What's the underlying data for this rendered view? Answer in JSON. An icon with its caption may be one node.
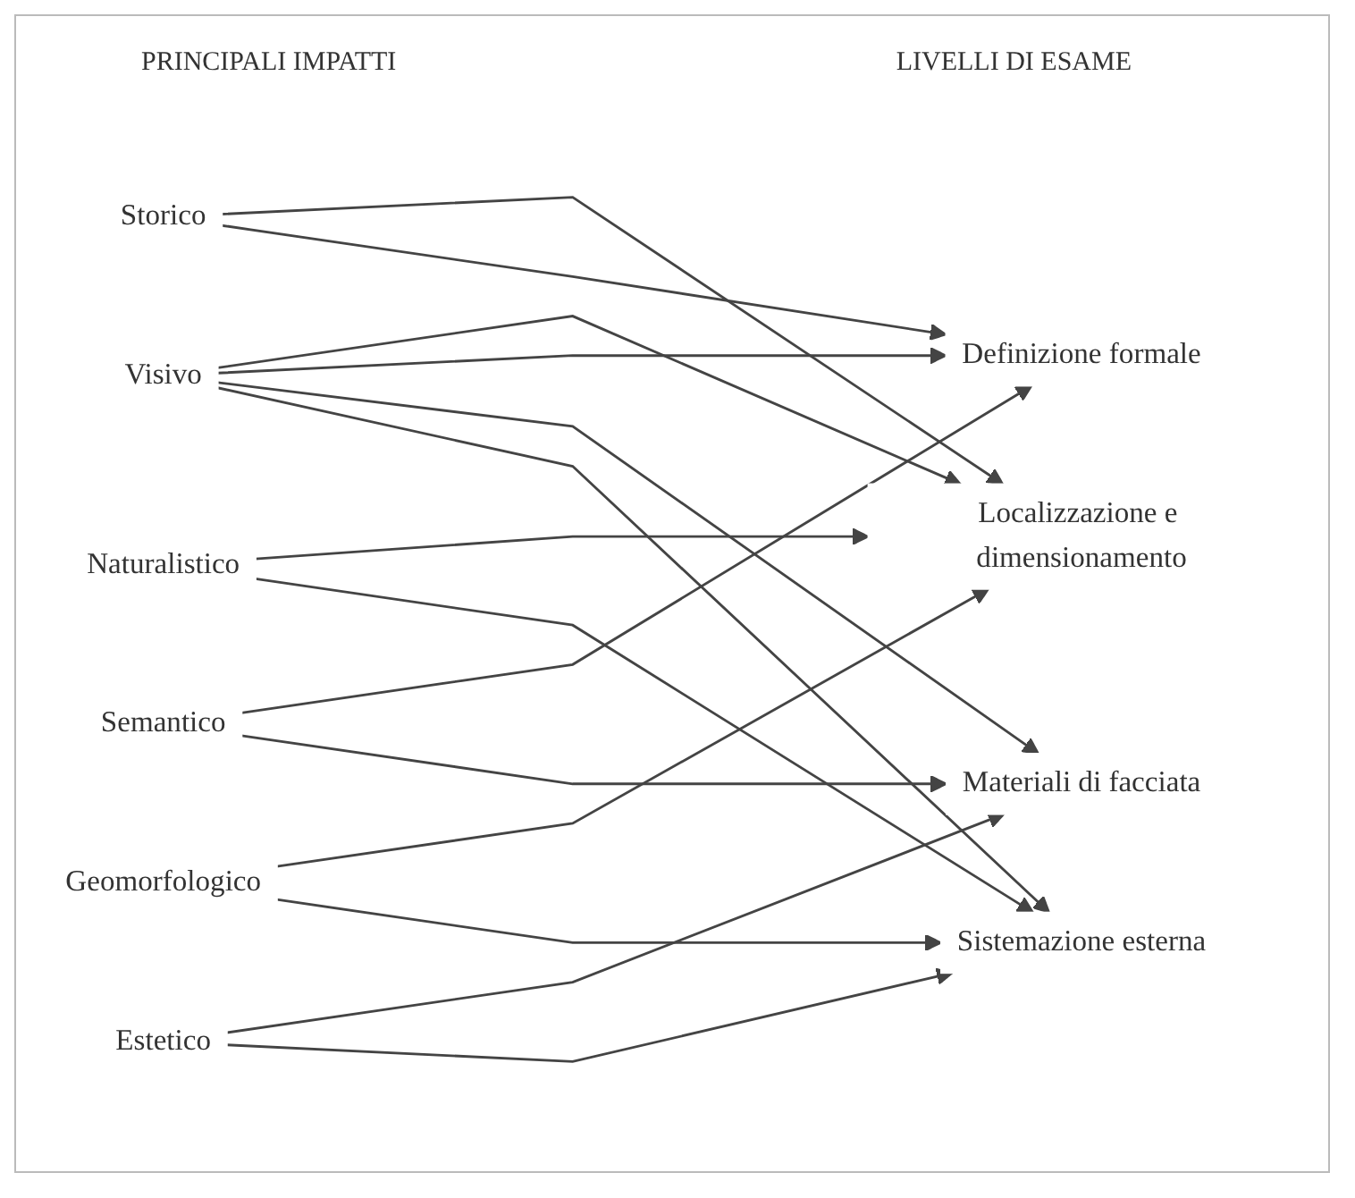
{
  "diagram": {
    "nodes": [
      {
        "text": [
          "Visivo"
        ]
      },
      {
        "text": [
          "Naturalistico"
        ]
      },
      {
        "text": [
          "Storico"
        ]
      },
      {
        "text": [
          "Semantico"
        ]
      },
      {
        "text": [
          "Geomorfologico"
        ]
      },
      {
        "text": [
          "Estetico"
        ]
      },
      {
        "text": [
          "Localizzazione e dimensionamento"
        ]
      },
      {
        "text": [
          "Definizione formale"
        ]
      },
      {
        "text": [
          "Materiali di facciata"
        ]
      },
      {
        "text": [
          "Sistemazione esterna"
        ]
      }
    ],
    "edges": [
      {
        "from": 0,
        "to": 6,
        "arrow": "to"
      },
      {
        "from": 0,
        "to": 7,
        "arrow": "to"
      },
      {
        "from": 0,
        "to": 8,
        "arrow": "to"
      },
      {
        "from": 0,
        "to": 9,
        "arrow": "to"
      },
      {
        "from": 1,
        "to": 6,
        "arrow": "to"
      },
      {
        "from": 1,
        "to": 9,
        "arrow": "to"
      },
      {
        "from": 2,
        "to": 6,
        "arrow": "to"
      },
      {
        "from": 2,
        "to": 7,
        "arrow": "to"
      },
      {
        "from": 3,
        "to": 7,
        "arrow": "to"
      },
      {
        "from": 3,
        "to": 8,
        "arrow": "to"
      },
      {
        "from": 4,
        "to": 6,
        "arrow": "to"
      },
      {
        "from": 4,
        "to": 9,
        "arrow": "to"
      },
      {
        "from": 5,
        "to": 8,
        "arrow": "to"
      },
      {
        "from": 5,
        "to": 9,
        "arrow": "to"
      }
    ],
    "labels": [
      "PRINCIPALI IMPATTI",
      "LIVELLI DI ESAME"
    ]
  }
}
